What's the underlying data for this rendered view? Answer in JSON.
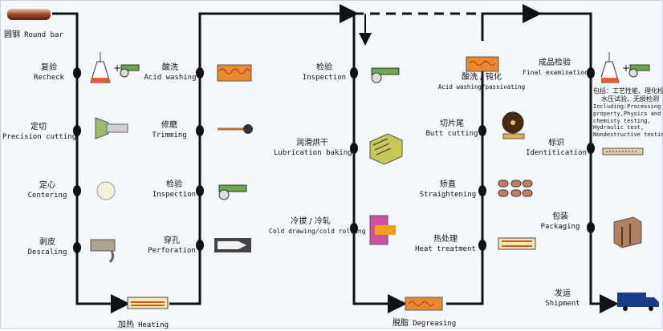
{
  "diagram": {
    "start": {
      "zh": "圆钢",
      "en": "Round bar"
    },
    "col1": [
      {
        "zh": "复验",
        "en": "Recheck"
      },
      {
        "zh": "定切",
        "en": "Precision cutting"
      },
      {
        "zh": "定心",
        "en": "Centering"
      },
      {
        "zh": "剥皮",
        "en": "Descaling"
      }
    ],
    "heating": {
      "zh": "加热",
      "en": "Heating"
    },
    "col2": [
      {
        "zh": "酸洗",
        "en": "Acid washing"
      },
      {
        "zh": "修磨",
        "en": "Trimming"
      },
      {
        "zh": "检验",
        "en": "Inspection"
      },
      {
        "zh": "穿孔",
        "en": "Perforation"
      }
    ],
    "col3": [
      {
        "zh": "检验",
        "en": "Inspection"
      },
      {
        "zh": "润滑烘干",
        "en": "Lubrication baking"
      },
      {
        "zh": "冷拔 / 冷轧",
        "en": "Cold drawing/cold rolling"
      }
    ],
    "degreasing": {
      "zh": "脱脂",
      "en": "Degreasing"
    },
    "col4_top": {
      "zh": "酸洗 / 钝化",
      "en": "Acid washing/passivating"
    },
    "col4": [
      {
        "zh": "切片尾",
        "en": "Butt cutting"
      },
      {
        "zh": "矫直",
        "en": "Straightening"
      },
      {
        "zh": "热处理",
        "en": "Heat treatment"
      }
    ],
    "col5": [
      {
        "zh": "成品检验",
        "en": "Final examination"
      },
      {
        "zh": "标识",
        "en": "Identitication"
      },
      {
        "zh": "包装",
        "en": "Packaging"
      }
    ],
    "shipment": {
      "zh": "发运",
      "en": "Shipment"
    },
    "note": {
      "zh1": "包括：工艺性能、理化检测",
      "zh2": "水压试验、无损检测",
      "en1": "Including:Processing",
      "en2": "property,Physics and",
      "en3": "chemisty testing,",
      "en4": "Hydraulic test,",
      "en5": "Nondestructive testing"
    },
    "colors": {
      "line": "#111111",
      "heat": "#f0a020",
      "flame": "#e0402a",
      "metal": "#c8c8c8",
      "green": "#5a9a3a",
      "box": "#6b7f2c"
    }
  }
}
